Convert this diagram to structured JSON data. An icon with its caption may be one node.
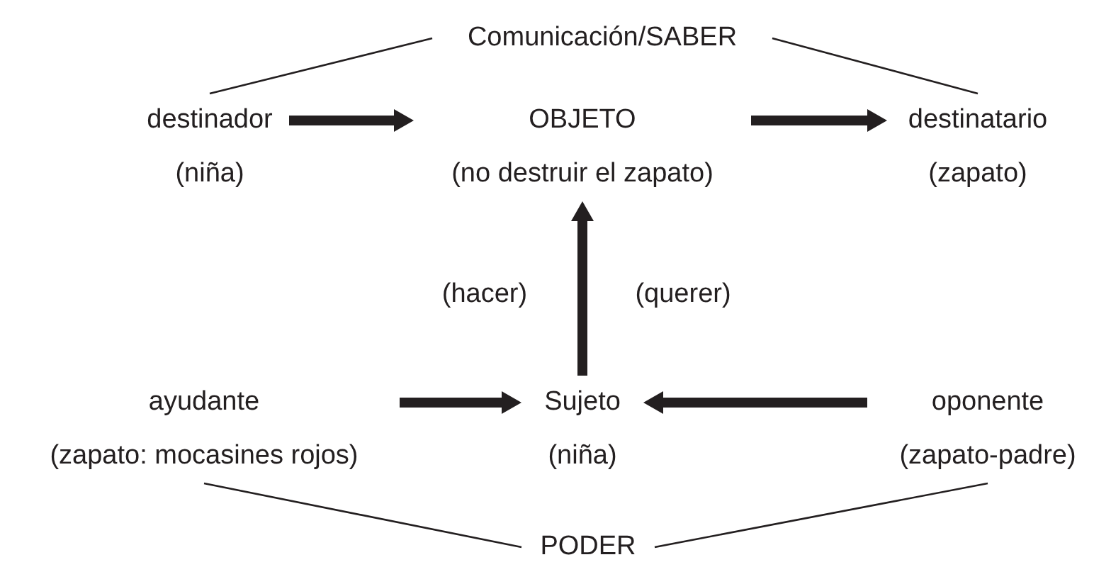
{
  "diagram": {
    "nodes": [
      {
        "text": [
          "Comunicación/SABER"
        ]
      },
      {
        "text": [
          "destinador",
          "(niña)"
        ]
      },
      {
        "text": [
          "OBJETO",
          "(no destruir el zapato)"
        ]
      },
      {
        "text": [
          "destinatario",
          "(zapato)"
        ]
      },
      {
        "text": [
          "ayudante",
          "(zapato: mocasines rojos)"
        ]
      },
      {
        "text": [
          "Sujeto",
          "(niña)"
        ]
      },
      {
        "text": [
          "oponente",
          "(zapato-padre)"
        ]
      },
      {
        "text": [
          "PODER"
        ]
      }
    ],
    "edges": [
      {
        "from": 0,
        "to": 1,
        "arrow": "none"
      },
      {
        "from": 0,
        "to": 3,
        "arrow": "none"
      },
      {
        "from": 1,
        "to": 2,
        "arrow": "to"
      },
      {
        "from": 2,
        "to": 3,
        "arrow": "to"
      },
      {
        "from": 5,
        "to": 2,
        "arrow": "to"
      },
      {
        "from": 4,
        "to": 5,
        "arrow": "to"
      },
      {
        "from": 6,
        "to": 5,
        "arrow": "to"
      },
      {
        "from": 4,
        "to": 7,
        "arrow": "none"
      },
      {
        "from": 6,
        "to": 7,
        "arrow": "none"
      }
    ],
    "labels": [
      "(hacer)",
      "(querer)"
    ]
  }
}
